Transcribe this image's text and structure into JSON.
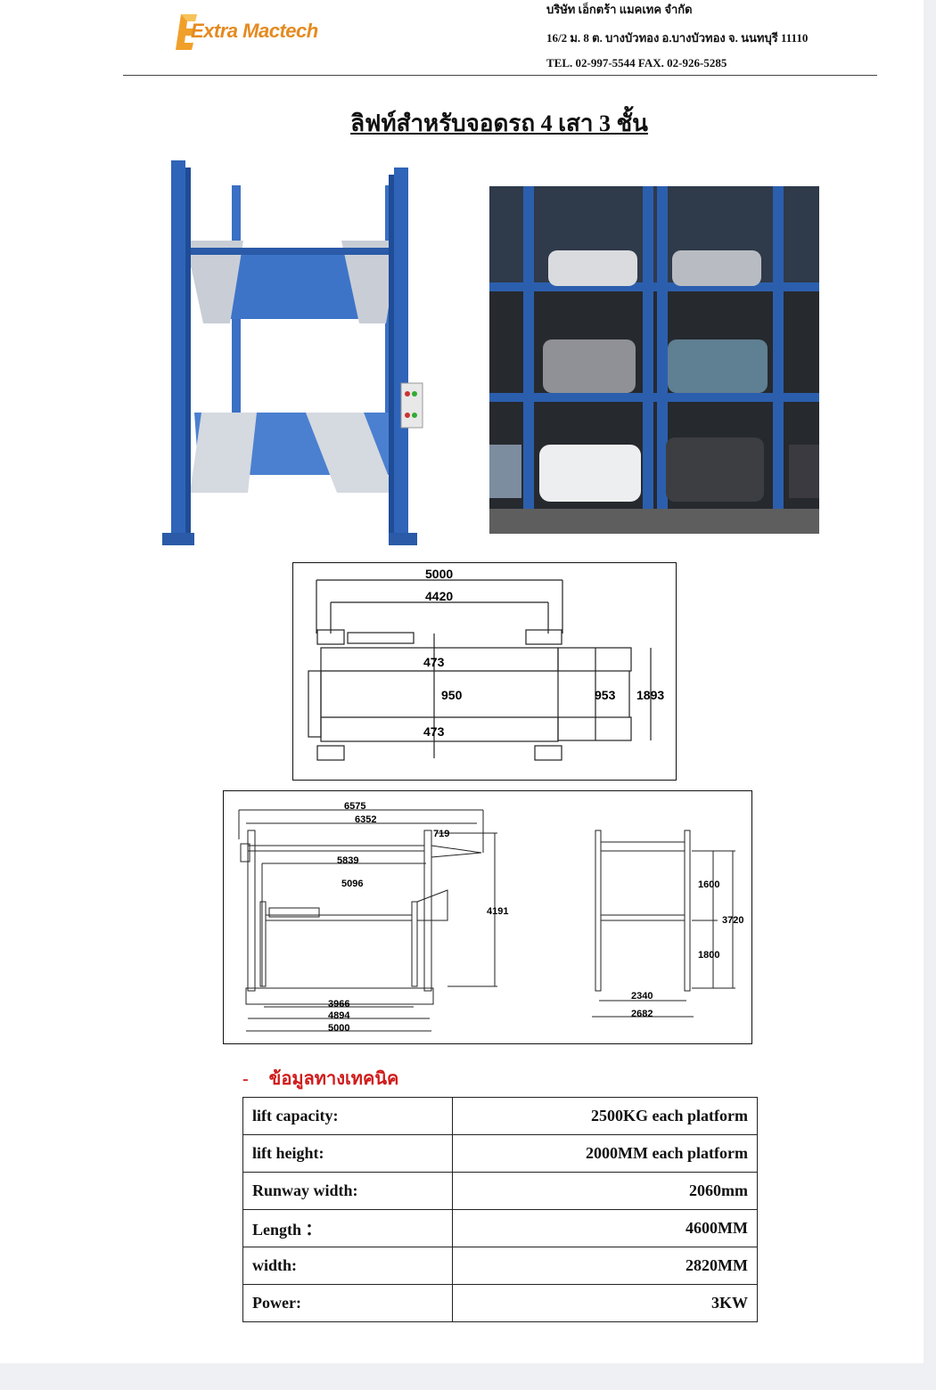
{
  "header": {
    "logo_text": "Extra Mactech",
    "company_name": "บริษัท เอ็กตร้า แมคเทค จำกัด",
    "address": "16/2 ม. 8 ต. บางบัวทอง อ.บางบัวทอง จ. นนทบุรี 11110",
    "contact": "TEL. 02-997-5544   FAX. 02-926-5285"
  },
  "title": "ลิฟท์สำหรับจอดรถ 4 เสา 3 ชั้น",
  "drawing_top": {
    "dims": [
      "5000",
      "4420",
      "473",
      "950",
      "473",
      "953",
      "1893"
    ]
  },
  "drawing_side": {
    "dims": [
      "6575",
      "6352",
      "719",
      "5839",
      "5096",
      "4191",
      "3966",
      "4894",
      "5000"
    ]
  },
  "drawing_front": {
    "dims": [
      "1600",
      "3720",
      "1800",
      "2340",
      "2682"
    ]
  },
  "section": {
    "bullet": "-",
    "heading": "ข้อมูลทางเทคนิค"
  },
  "specs": [
    {
      "label": "lift capacity:",
      "value": "2500KG each platform"
    },
    {
      "label": "lift height:",
      "value": "2000MM each platform"
    },
    {
      "label": "Runway width:",
      "value": "2060mm"
    },
    {
      "label": "Length ：",
      "value": "4600MM"
    },
    {
      "label": "width:",
      "value": "2820MM"
    },
    {
      "label": "Power:",
      "value": "3KW"
    }
  ],
  "colors": {
    "brand": "#e58a1f",
    "lift_blue": "#2f64b8",
    "heading_red": "#d01b1b"
  }
}
